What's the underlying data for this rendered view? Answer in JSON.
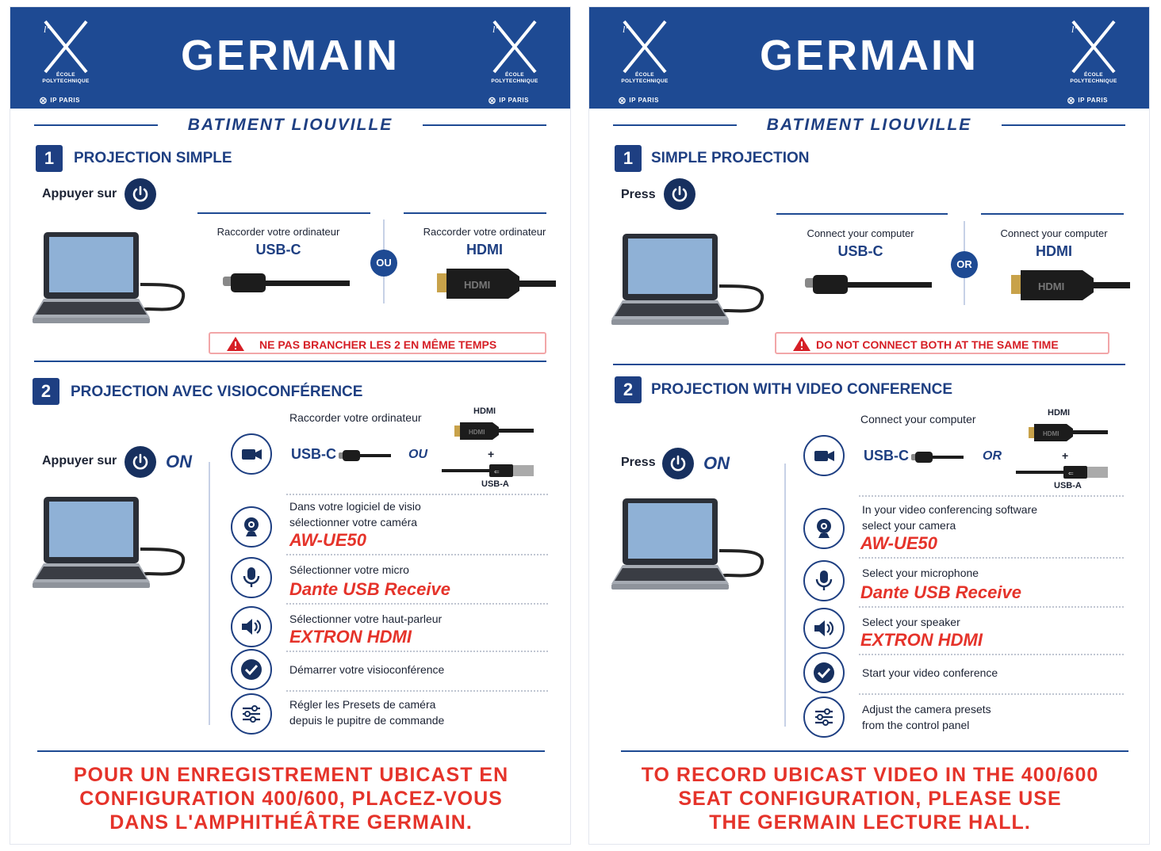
{
  "posters": [
    {
      "lang": "fr",
      "header_title": "GERMAIN",
      "logo": {
        "ecole_line1": "ÉCOLE",
        "ecole_line2": "POLYTECHNIQUE",
        "ip": "IP PARIS"
      },
      "building": "BATIMENT LIOUVILLE",
      "section1": {
        "number": "1",
        "title": "PROJECTION SIMPLE",
        "press": "Appuyer sur",
        "connect_caption": "Raccorder votre ordinateur",
        "usbc": "USB-C",
        "hdmi": "HDMI",
        "or": "OU",
        "warning": "NE PAS BRANCHER LES 2 EN MÊME TEMPS"
      },
      "section2": {
        "number": "2",
        "title": "PROJECTION AVEC VISIOCONFÉRENCE",
        "press": "Appuyer sur",
        "on": "ON",
        "connect_caption": "Raccorder votre ordinateur",
        "usbc": "USB-C",
        "or": "OU",
        "hdmi_small": "HDMI",
        "plus": "+",
        "usba_small": "USB-A",
        "camera_text_1": "Dans votre logiciel de visio",
        "camera_text_2": "sélectionner votre caméra",
        "camera_value": "AW-UE50",
        "mic_text": "Sélectionner votre micro",
        "mic_value": "Dante USB Receive",
        "speaker_text": "Sélectionner votre haut-parleur",
        "speaker_value": "EXTRON HDMI",
        "start_text": "Démarrer votre visioconférence",
        "presets_text_1": "Régler les Presets de caméra",
        "presets_text_2": "depuis le pupitre de commande"
      },
      "footer": [
        "POUR UN ENREGISTREMENT UBICAST EN",
        "CONFIGURATION 400/600, PLACEZ-VOUS",
        "DANS L'AMPHITHÉÂTRE GERMAIN."
      ]
    },
    {
      "lang": "en",
      "header_title": "GERMAIN",
      "logo": {
        "ecole_line1": "ÉCOLE",
        "ecole_line2": "POLYTECHNIQUE",
        "ip": "IP PARIS"
      },
      "building": "BATIMENT LIOUVILLE",
      "section1": {
        "number": "1",
        "title": "SIMPLE PROJECTION",
        "press": "Press",
        "connect_caption": "Connect your computer",
        "usbc": "USB-C",
        "hdmi": "HDMI",
        "or": "OR",
        "warning": "DO NOT CONNECT BOTH AT THE SAME TIME"
      },
      "section2": {
        "number": "2",
        "title": "PROJECTION WITH VIDEO CONFERENCE",
        "press": "Press",
        "on": "ON",
        "connect_caption": "Connect your computer",
        "usbc": "USB-C",
        "or": "OR",
        "hdmi_small": "HDMI",
        "plus": "+",
        "usba_small": "USB-A",
        "camera_text_1": "In your video conferencing software",
        "camera_text_2": "select your camera",
        "camera_value": "AW-UE50",
        "mic_text": "Select your microphone",
        "mic_value": "Dante USB Receive",
        "speaker_text": "Select your speaker",
        "speaker_value": "EXTRON HDMI",
        "start_text": "Start your video conference",
        "presets_text_1": "Adjust the camera presets",
        "presets_text_2": "from the control panel"
      },
      "footer": [
        "TO RECORD UBICAST VIDEO IN THE 400/600",
        "SEAT CONFIGURATION, PLEASE USE",
        "THE GERMAIN LECTURE HALL."
      ]
    }
  ],
  "icons": [
    "ecole-polytechnique-logo",
    "power-icon",
    "laptop-icon",
    "usb-c-cable-icon",
    "hdmi-cable-icon",
    "usb-a-cable-icon",
    "warning-icon",
    "video-camera-icon",
    "webcam-icon",
    "microphone-icon",
    "speaker-icon",
    "checkmark-icon",
    "sliders-icon"
  ],
  "colors": {
    "brand_blue": "#1e4a93",
    "dark_blue": "#1e3f82",
    "alert_red": "#e5332a"
  }
}
